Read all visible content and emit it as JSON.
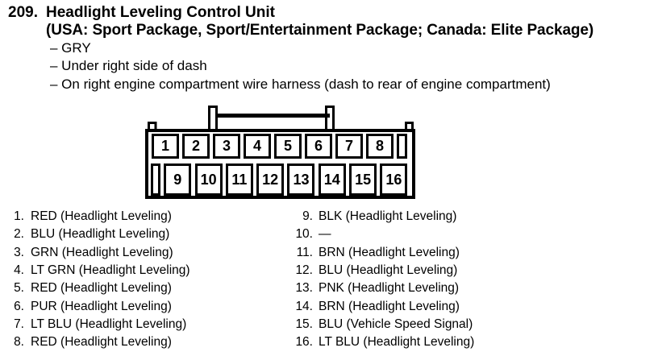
{
  "header": {
    "item_number": "209.",
    "title": "Headlight Leveling Control Unit",
    "subtitle": "(USA: Sport Package, Sport/Entertainment Package; Canada: Elite Package)",
    "location_notes": [
      "– GRY",
      "– Under right side of dash",
      "– On right engine compartment wire harness (dash to rear of engine compartment)"
    ]
  },
  "connector": {
    "top_row_pins": [
      "1",
      "2",
      "3",
      "4",
      "5",
      "6",
      "7",
      "8"
    ],
    "bottom_row_pins": [
      "9",
      "10",
      "11",
      "12",
      "13",
      "14",
      "15",
      "16"
    ]
  },
  "pinout": {
    "left_column": [
      {
        "num": "1.",
        "label": "RED (Headlight Leveling)"
      },
      {
        "num": "2.",
        "label": "BLU (Headlight Leveling)"
      },
      {
        "num": "3.",
        "label": "GRN (Headlight Leveling)"
      },
      {
        "num": "4.",
        "label": "LT GRN (Headlight Leveling)"
      },
      {
        "num": "5.",
        "label": "RED (Headlight Leveling)"
      },
      {
        "num": "6.",
        "label": "PUR (Headlight Leveling)"
      },
      {
        "num": "7.",
        "label": "LT BLU (Headlight Leveling)"
      },
      {
        "num": "8.",
        "label": "RED (Headlight Leveling)"
      }
    ],
    "right_column": [
      {
        "num": "9.",
        "label": "BLK (Headlight Leveling)"
      },
      {
        "num": "10.",
        "label": "—"
      },
      {
        "num": "11.",
        "label": "BRN (Headlight Leveling)"
      },
      {
        "num": "12.",
        "label": "BLU (Headlight Leveling)"
      },
      {
        "num": "13.",
        "label": "PNK (Headlight Leveling)"
      },
      {
        "num": "14.",
        "label": "BRN (Headlight Leveling)"
      },
      {
        "num": "15.",
        "label": "BLU (Vehicle Speed Signal)"
      },
      {
        "num": "16.",
        "label": "LT BLU (Headlight Leveling)"
      }
    ]
  }
}
